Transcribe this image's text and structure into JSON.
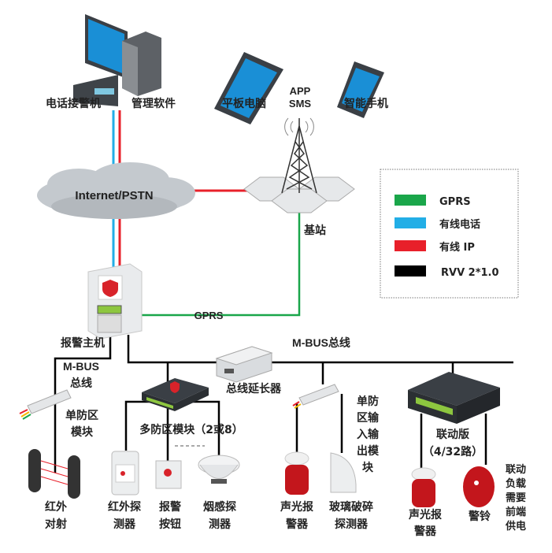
{
  "colors": {
    "gprs": "#1aa64a",
    "phone": "#22aee6",
    "ip": "#e8202a",
    "rvv": "#000000",
    "screen": "#1a8fd6"
  },
  "top": {
    "pc_left_label": "电话接警机",
    "pc_right_label": "管理软件",
    "tablet_label": "平板电脑",
    "app_label": "APP",
    "sms_label": "SMS",
    "phone_label": "智能手机"
  },
  "network": {
    "cloud_label": "Internet/PSTN",
    "station_label": "基站",
    "gprs_link_label": "GPRS"
  },
  "legend": {
    "items": [
      {
        "label": "GPRS",
        "color": "#1aa64a"
      },
      {
        "label": "有线电话",
        "color": "#22aee6"
      },
      {
        "label": "有线 IP",
        "color": "#e8202a"
      },
      {
        "label": "RVV 2*1.0",
        "color": "#000000"
      }
    ]
  },
  "host": {
    "label": "报警主机"
  },
  "bus": {
    "main_label": "M-BUS总线",
    "left_label_1": "M-BUS",
    "left_label_2": "总线",
    "extender_label": "总线延长器"
  },
  "devices": {
    "single_zone_1": "单防区",
    "single_zone_2": "模块",
    "ir_beam_1": "红外",
    "ir_beam_2": "对射",
    "multi_zone": "多防区模块（2或8）",
    "ir_detector_1": "红外探",
    "ir_detector_2": "测器",
    "alarm_button_1": "报警",
    "alarm_button_2": "按钮",
    "smoke_1": "烟感探",
    "smoke_2": "测器",
    "io_module": [
      "单防",
      "区输",
      "入输",
      "出模",
      "块"
    ],
    "strobe_1": "声光报",
    "strobe_2": "警器",
    "glass_1": "玻璃破碎",
    "glass_2": "探测器",
    "linkage_1": "联动版",
    "linkage_2": "（4/32路）",
    "strobe2_1": "声光报",
    "strobe2_2": "警器",
    "bell": "警铃",
    "linkage_note": [
      "联动",
      "负载",
      "需要",
      "前端",
      "供电"
    ]
  }
}
